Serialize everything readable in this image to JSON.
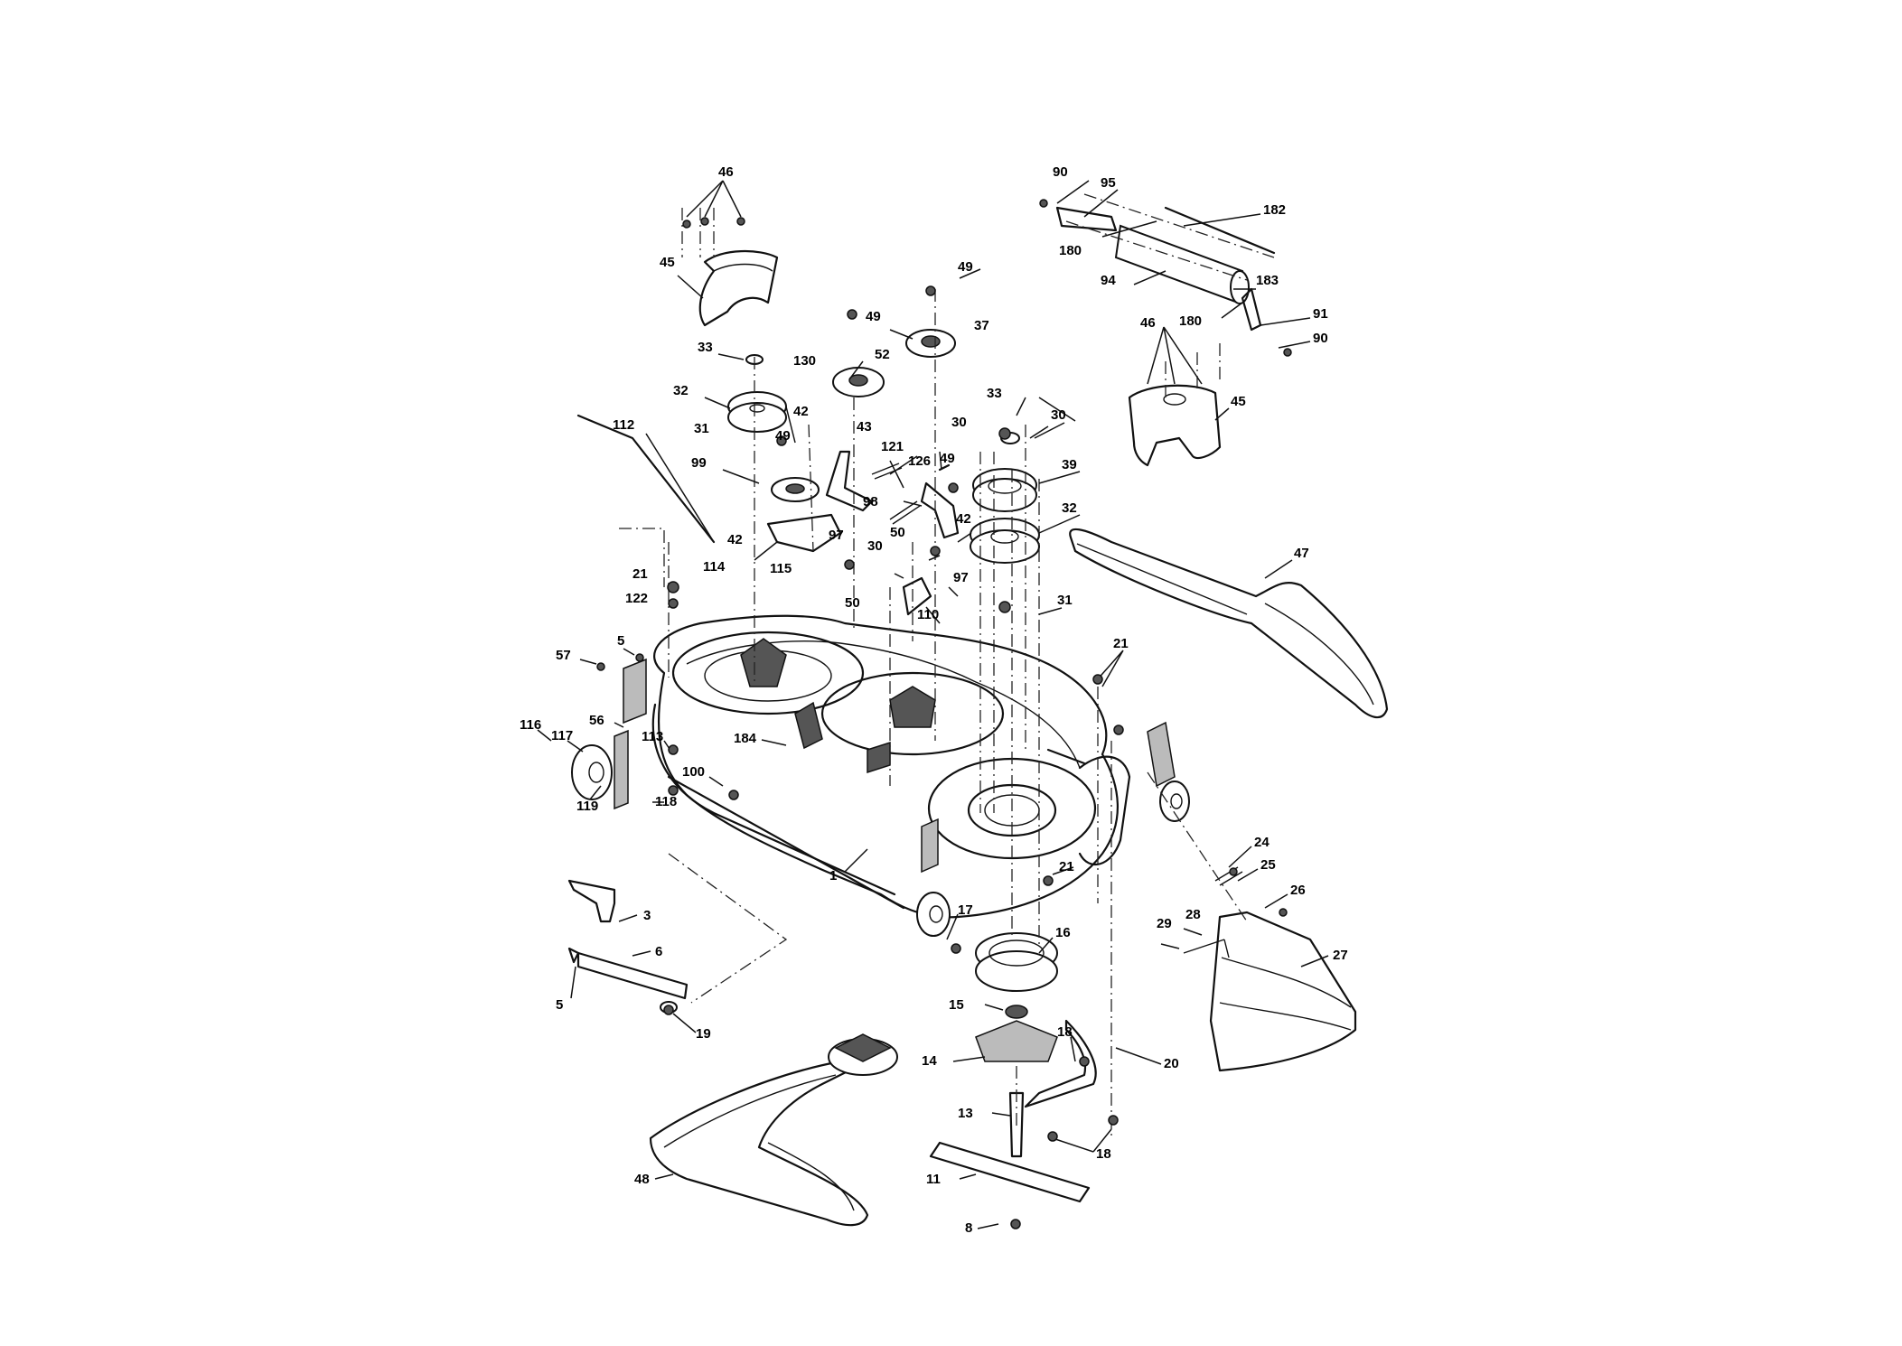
{
  "callouts": [
    {
      "id": "c46a",
      "text": "46"
    },
    {
      "id": "c45a",
      "text": "45"
    },
    {
      "id": "c33a",
      "text": "33"
    },
    {
      "id": "c32a",
      "text": "32"
    },
    {
      "id": "c31a",
      "text": "31"
    },
    {
      "id": "c99",
      "text": "99"
    },
    {
      "id": "c42a",
      "text": "42"
    },
    {
      "id": "c112",
      "text": "112"
    },
    {
      "id": "c21a",
      "text": "21"
    },
    {
      "id": "c122",
      "text": "122"
    },
    {
      "id": "c114",
      "text": "114"
    },
    {
      "id": "c130",
      "text": "130"
    },
    {
      "id": "c49a",
      "text": "49"
    },
    {
      "id": "c52",
      "text": "52"
    },
    {
      "id": "c42b",
      "text": "42"
    },
    {
      "id": "c49b",
      "text": "49"
    },
    {
      "id": "c43",
      "text": "43"
    },
    {
      "id": "c121",
      "text": "121"
    },
    {
      "id": "c98",
      "text": "98"
    },
    {
      "id": "c97a",
      "text": "97"
    },
    {
      "id": "c115",
      "text": "115"
    },
    {
      "id": "c50a",
      "text": "50"
    },
    {
      "id": "c49c",
      "text": "49"
    },
    {
      "id": "c37",
      "text": "37"
    },
    {
      "id": "c126",
      "text": "126"
    },
    {
      "id": "c49d",
      "text": "49"
    },
    {
      "id": "c50b",
      "text": "50"
    },
    {
      "id": "c42c",
      "text": "42"
    },
    {
      "id": "c97b",
      "text": "97"
    },
    {
      "id": "c30a",
      "text": "30"
    },
    {
      "id": "c110",
      "text": "110"
    },
    {
      "id": "c33b",
      "text": "33"
    },
    {
      "id": "c30b",
      "text": "30"
    },
    {
      "id": "c30c",
      "text": "30"
    },
    {
      "id": "c39",
      "text": "39"
    },
    {
      "id": "c32b",
      "text": "32"
    },
    {
      "id": "c31b",
      "text": "31"
    },
    {
      "id": "c90a",
      "text": "90"
    },
    {
      "id": "c95",
      "text": "95"
    },
    {
      "id": "c182",
      "text": "182"
    },
    {
      "id": "c180a",
      "text": "180"
    },
    {
      "id": "c94",
      "text": "94"
    },
    {
      "id": "c183",
      "text": "183"
    },
    {
      "id": "c180b",
      "text": "180"
    },
    {
      "id": "c91",
      "text": "91"
    },
    {
      "id": "c90b",
      "text": "90"
    },
    {
      "id": "c46b",
      "text": "46"
    },
    {
      "id": "c45b",
      "text": "45"
    },
    {
      "id": "c47",
      "text": "47"
    },
    {
      "id": "c57",
      "text": "57"
    },
    {
      "id": "c5a",
      "text": "5"
    },
    {
      "id": "c116",
      "text": "116"
    },
    {
      "id": "c117",
      "text": "117"
    },
    {
      "id": "c56",
      "text": "56"
    },
    {
      "id": "c113",
      "text": "113"
    },
    {
      "id": "c184",
      "text": "184"
    },
    {
      "id": "c100",
      "text": "100"
    },
    {
      "id": "c119",
      "text": "119"
    },
    {
      "id": "c118",
      "text": "118"
    },
    {
      "id": "c21b",
      "text": "21"
    },
    {
      "id": "c1",
      "text": "1"
    },
    {
      "id": "c21c",
      "text": "21"
    },
    {
      "id": "c3",
      "text": "3"
    },
    {
      "id": "c6",
      "text": "6"
    },
    {
      "id": "c5b",
      "text": "5"
    },
    {
      "id": "c19",
      "text": "19"
    },
    {
      "id": "c17",
      "text": "17"
    },
    {
      "id": "c16",
      "text": "16"
    },
    {
      "id": "c15",
      "text": "15"
    },
    {
      "id": "c14",
      "text": "14"
    },
    {
      "id": "c18a",
      "text": "18"
    },
    {
      "id": "c20",
      "text": "20"
    },
    {
      "id": "c13",
      "text": "13"
    },
    {
      "id": "c18b",
      "text": "18"
    },
    {
      "id": "c11",
      "text": "11"
    },
    {
      "id": "c8",
      "text": "8"
    },
    {
      "id": "c48",
      "text": "48"
    },
    {
      "id": "c24",
      "text": "24"
    },
    {
      "id": "c25",
      "text": "25"
    },
    {
      "id": "c26",
      "text": "26"
    },
    {
      "id": "c28",
      "text": "28"
    },
    {
      "id": "c29",
      "text": "29"
    },
    {
      "id": "c27",
      "text": "27"
    }
  ]
}
